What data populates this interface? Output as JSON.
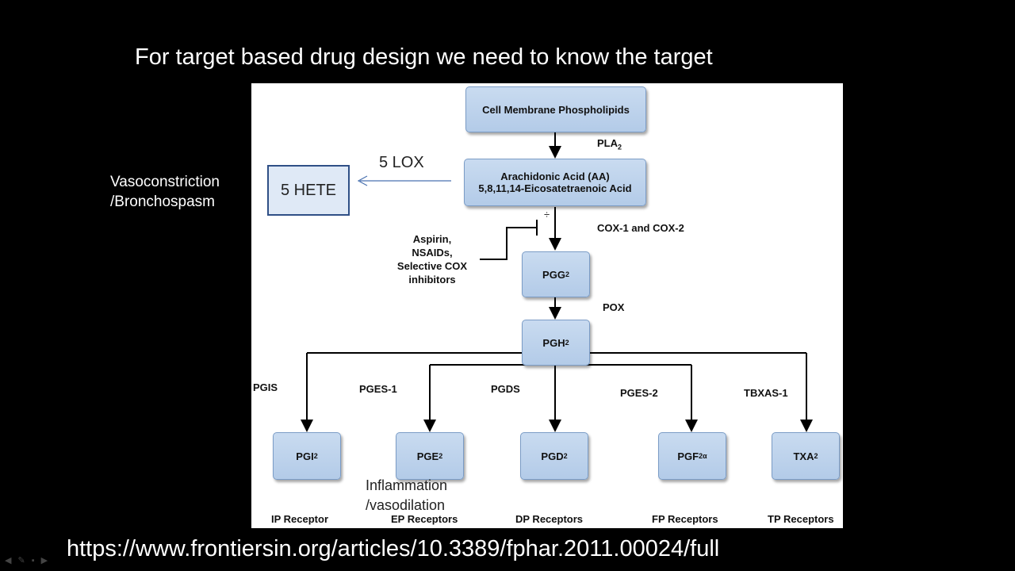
{
  "slide": {
    "title": "For target based drug design we need to know the target",
    "url": "https://www.frontiersin.org/articles/10.3389/fphar.2011.00024/full"
  },
  "annotations": {
    "vaso_line1": "Vasoconstriction",
    "vaso_line2": "/Bronchospasm",
    "hete": "5 HETE",
    "lox": "5 LOX",
    "inflam_line1": "Inflammation",
    "inflam_line2": "/vasodilation"
  },
  "diagram": {
    "membrane": "Cell Membrane Phospholipids",
    "pla2": "PLA",
    "aa_line1": "Arachidonic Acid (AA)",
    "aa_line2": "5,8,11,14-Eicosatetraenoic Acid",
    "cox": "COX-1 and COX-2",
    "drugs_line1": "Aspirin,",
    "drugs_line2": "NSAIDs,",
    "drugs_line3": "Selective COX",
    "drugs_line4": "inhibitors",
    "pgg2": "PGG",
    "pox": "POX",
    "pgh2": "PGH",
    "enzymes": [
      "PGIS",
      "PGES-1",
      "PGDS",
      "PGES-2",
      "TBXAS-1"
    ],
    "products": [
      {
        "base": "PGI",
        "sub": "2"
      },
      {
        "base": "PGE",
        "sub": "2"
      },
      {
        "base": "PGD",
        "sub": "2"
      },
      {
        "base": "PGF",
        "sub": "2α"
      },
      {
        "base": "TXA",
        "sub": "2"
      }
    ],
    "receptors": [
      "IP Receptor",
      "EP Receptors",
      "DP Receptors",
      "FP Receptors",
      "TP Receptors"
    ]
  }
}
